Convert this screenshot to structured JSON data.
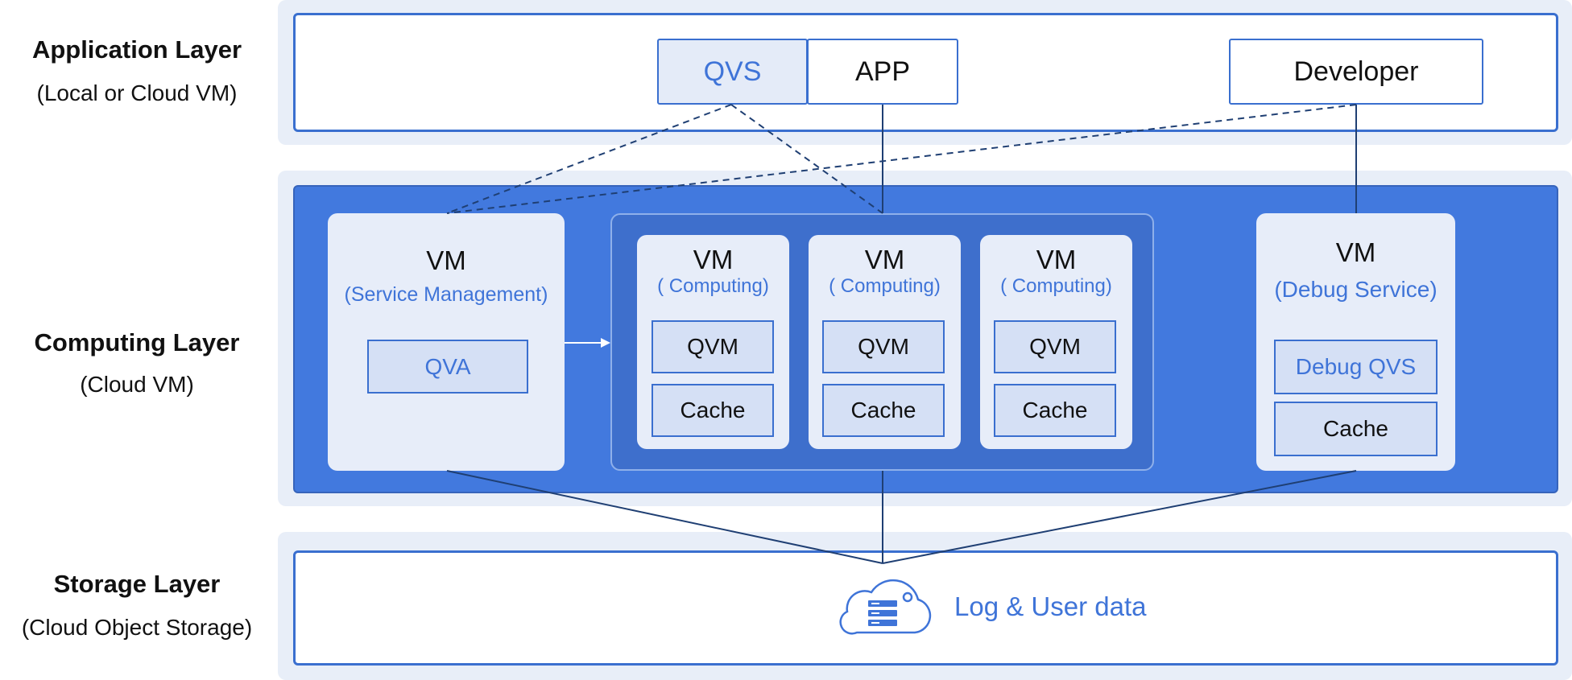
{
  "layers": {
    "application": {
      "title": "Application Layer",
      "subtitle": "(Local or Cloud VM)"
    },
    "computing": {
      "title": "Computing Layer",
      "subtitle": "(Cloud VM)"
    },
    "storage": {
      "title": "Storage Layer",
      "subtitle": "(Cloud Object Storage)"
    }
  },
  "application": {
    "qvs": "QVS",
    "app": "APP",
    "developer": "Developer"
  },
  "computing": {
    "service_vm": {
      "title": "VM",
      "subtitle": "(Service Management)",
      "component": "QVA"
    },
    "compute_vms": [
      {
        "title": "VM",
        "subtitle": "( Computing)",
        "qvm": "QVM",
        "cache": "Cache"
      },
      {
        "title": "VM",
        "subtitle": "( Computing)",
        "qvm": "QVM",
        "cache": "Cache"
      },
      {
        "title": "VM",
        "subtitle": "( Computing)",
        "qvm": "QVM",
        "cache": "Cache"
      }
    ],
    "debug_vm": {
      "title": "VM",
      "subtitle": "(Debug Service)",
      "component": "Debug QVS",
      "cache": "Cache"
    }
  },
  "storage": {
    "label": "Log & User data",
    "icon": "cloud-storage-icon"
  },
  "colors": {
    "primary_blue": "#4279de",
    "dark_blue": "#3a6fcf",
    "band_bg": "#e8eef8",
    "accent_text": "#3f74d8",
    "line": "#1f3f73"
  }
}
